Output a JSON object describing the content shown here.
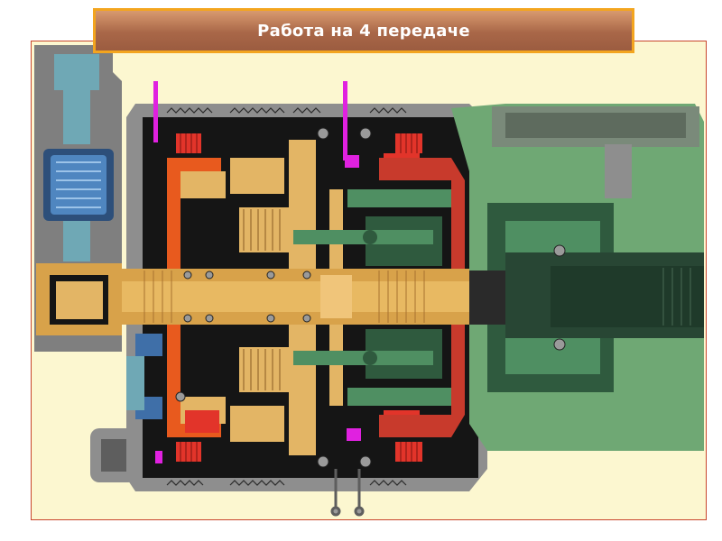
{
  "slide": {
    "title": "Работа на 4 передаче"
  },
  "diagram": {
    "subject": "automatic-transmission-cross-section",
    "gear": 4,
    "colors": {
      "panel_bg": "#fcf7d0",
      "panel_border": "#c8452c",
      "title_bg": "#a96748",
      "title_border": "#f3a51f",
      "housing_grey": "#8e8e8e",
      "housing_dark": "#3a3a3a",
      "cavity_black": "#151515",
      "shaft_orange": "#d8a24a",
      "gear_tan": "#e3b565",
      "clutch_red": "#e2342a",
      "orange_path": "#e85a1e",
      "green_part": "#4f8f62",
      "green_dark": "#2f5a3e",
      "blue_part": "#3f6fa8",
      "teal_part": "#6fa8b5",
      "magenta_marker": "#e021e0",
      "housing_green": "#6fa874"
    }
  }
}
